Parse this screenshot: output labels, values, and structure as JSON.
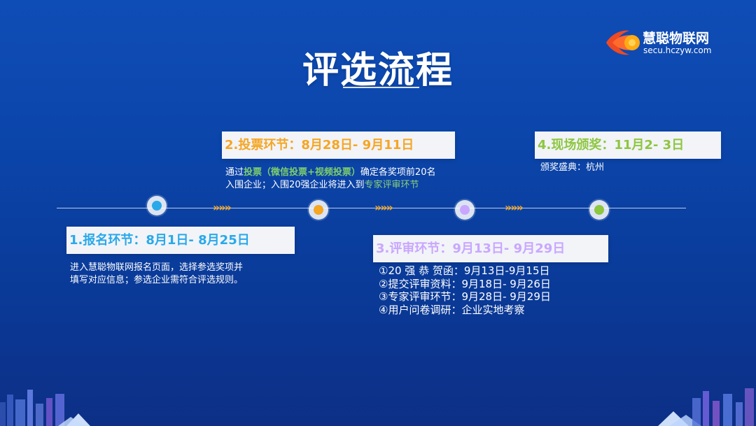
{
  "page": {
    "title": "评选流程"
  },
  "logo": {
    "name": "慧聪物联网",
    "url": "secu.hczyw.com"
  },
  "stages": {
    "s1": {
      "label": "1.报名环节：8月1日- 8月25日",
      "desc_line1": "进入慧聪物联网报名页面，选择参选奖项并",
      "desc_line2": "填写对应信息；参选企业需符合评选规则。"
    },
    "s2": {
      "label": "2.投票环节：8月28日- 9月11日",
      "desc_prefix": "通过",
      "desc_highlight": "投票（微信投票+视频投票）",
      "desc_suffix": "确定各奖项前20名",
      "desc_line2_prefix": "入围企业；入围20强企业将进入到",
      "desc_line2_highlight": "专家评审环节"
    },
    "s3": {
      "label": "3.评审环节：9月13日- 9月29日",
      "items": [
        "①20 强 恭 贺函：9月13日-9月15日",
        "②提交评审资料：9月18日- 9月26日",
        "③专家评审环节：9月28日- 9月29日",
        "④用户问卷调研：企业实地考察"
      ]
    },
    "s4": {
      "label": "4.现场颁奖：11月2- 3日",
      "desc": "颁奖盛典：杭州"
    }
  },
  "timeline": {
    "arrow_text": "»»»"
  },
  "colors": {
    "stage1": "#29a9ea",
    "stage2": "#f5a623",
    "stage3": "#c9a7ff",
    "stage4": "#8dc63f",
    "white": "#ffffff",
    "highlight": "#7ecf6b"
  },
  "icons": {
    "logo": "eye-logo-icon"
  }
}
